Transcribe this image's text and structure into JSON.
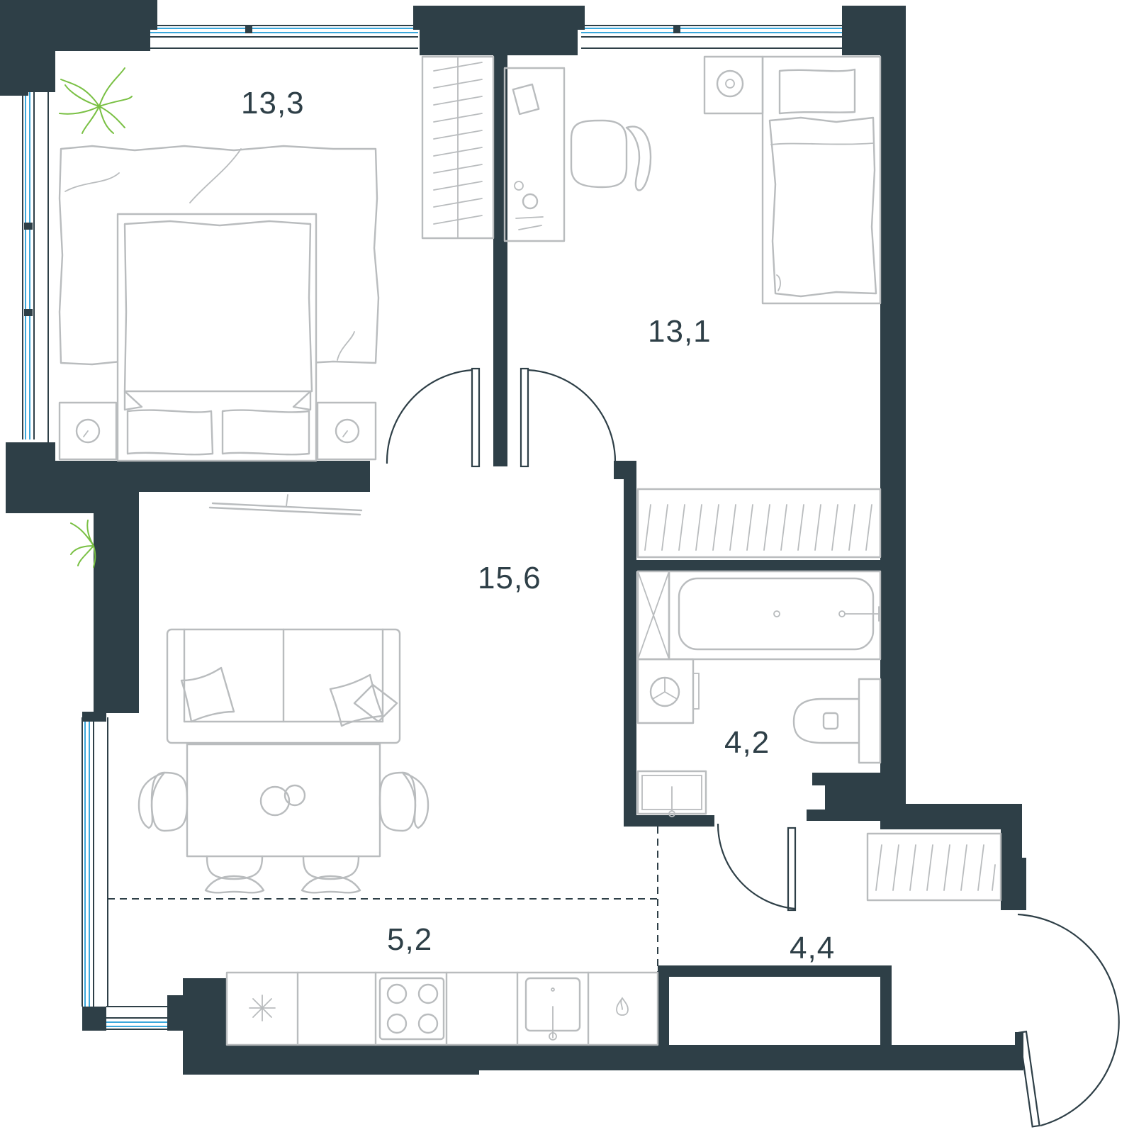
{
  "colors": {
    "wall": "#2e3f47",
    "furniture": "#b9bcbe",
    "glass": "#3aa8dc",
    "plant": "#79c043",
    "text": "#2e3f47"
  },
  "rooms": [
    {
      "id": "bedroom-master",
      "area": "13,3"
    },
    {
      "id": "bedroom-second",
      "area": "13,1"
    },
    {
      "id": "living-room",
      "area": "15,6"
    },
    {
      "id": "bathroom",
      "area": "4,2"
    },
    {
      "id": "kitchen",
      "area": "5,2"
    },
    {
      "id": "hallway",
      "area": "4,4"
    }
  ]
}
